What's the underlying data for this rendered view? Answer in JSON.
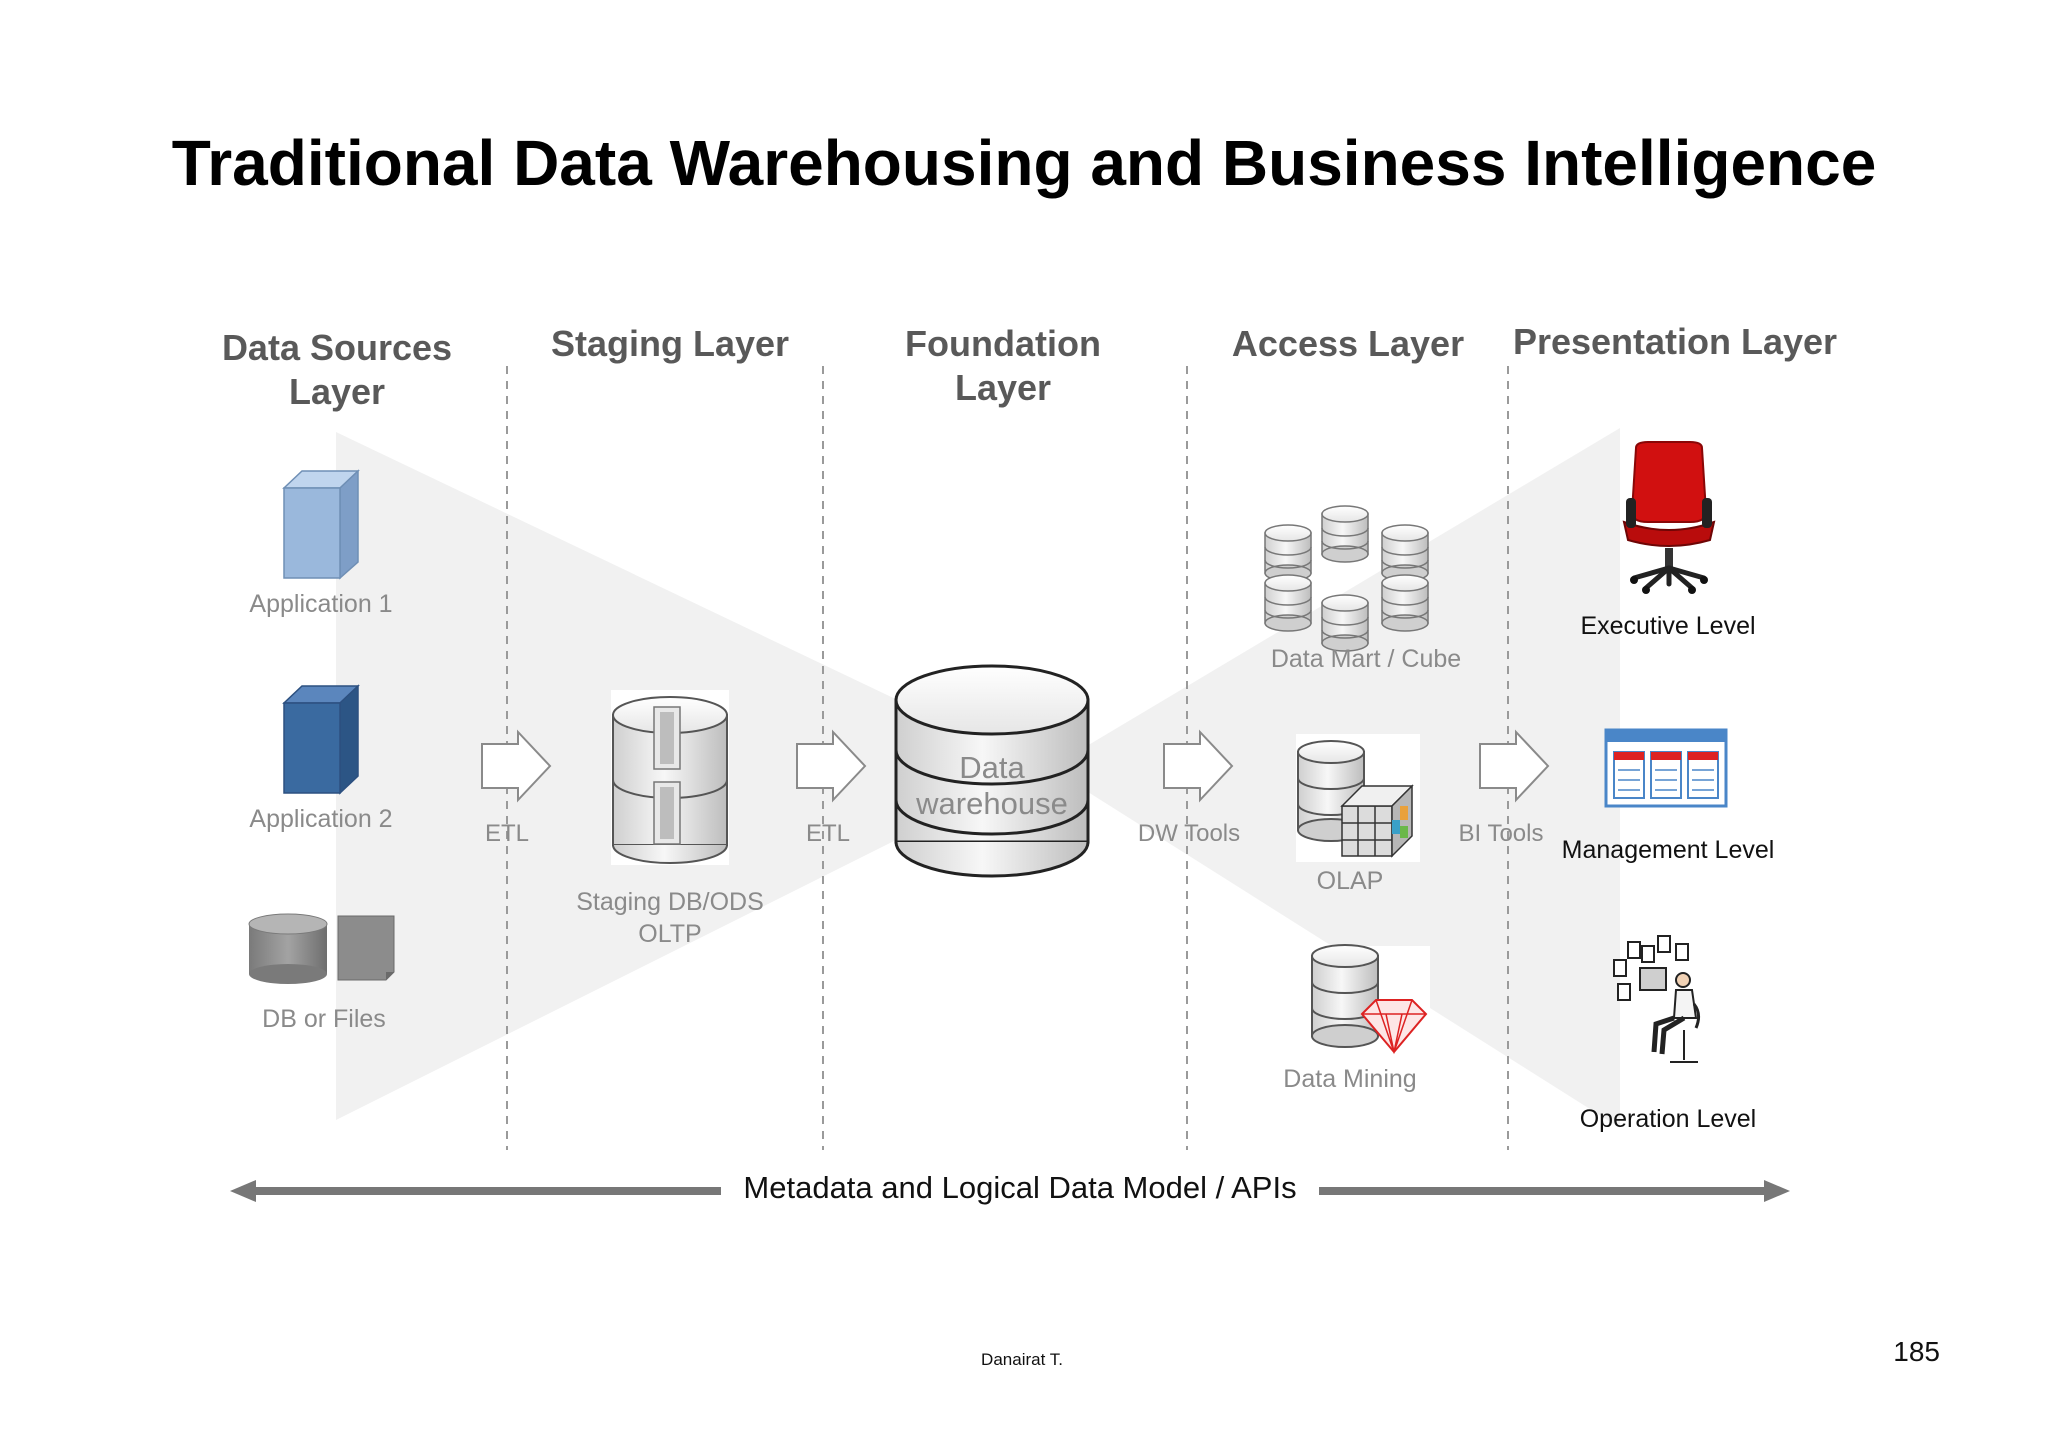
{
  "title": "Traditional Data Warehousing and Business Intelligence",
  "layers": {
    "data_sources": "Data Sources\nLayer",
    "staging": "Staging Layer",
    "foundation": "Foundation Layer",
    "access": "Access Layer",
    "presentation": "Presentation Layer"
  },
  "sources": {
    "app1": "Application 1",
    "app2": "Application 2",
    "db_files": "DB or Files"
  },
  "transfers": {
    "etl1": "ETL",
    "etl2": "ETL",
    "dw_tools": "DW Tools",
    "bi_tools": "BI Tools"
  },
  "staging": {
    "line1": "Staging DB/ODS",
    "line2": "OLTP"
  },
  "foundation": {
    "line1": "Data",
    "line2": "warehouse"
  },
  "access": {
    "data_mart": "Data Mart / Cube",
    "olap": "OLAP",
    "data_mining": "Data Mining"
  },
  "presentation": {
    "executive": "Executive Level",
    "management": "Management Level",
    "operation": "Operation Level"
  },
  "metadata": "Metadata and Logical Data Model / APIs",
  "footer": "Danairat T.",
  "page_number": "185",
  "colors": {
    "layer_heading": "#595959",
    "muted_label": "#8a8a8a",
    "funnel": "#f2f2f2",
    "app1_box": "#9ab8dc",
    "app2_box": "#3a6aa0",
    "db_gray": "#8c8c8c",
    "chair_red": "#d11010",
    "mgmt_blue": "#4a86c8"
  }
}
